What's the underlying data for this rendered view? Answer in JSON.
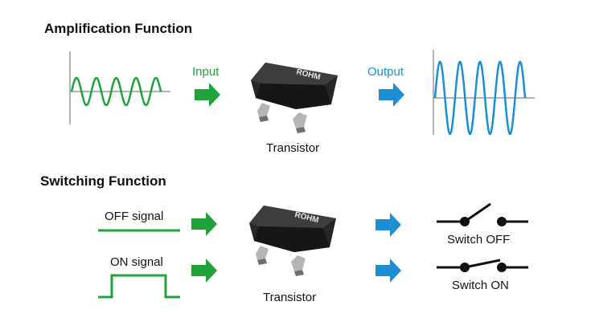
{
  "amplification": {
    "heading": "Amplification Function",
    "input_label": "Input",
    "output_label": "Output",
    "transistor_label": "Transistor"
  },
  "switching": {
    "heading": "Switching Function",
    "off_signal_label": "OFF signal",
    "on_signal_label": "ON signal",
    "transistor_label": "Transistor",
    "switch_off_label": "Switch OFF",
    "switch_on_label": "Switch ON"
  },
  "chip_marking": "ROHM",
  "colors": {
    "input_green": "#1fa33a",
    "output_blue": "#1c8fd4",
    "chip_body": "#1a1a1a"
  }
}
